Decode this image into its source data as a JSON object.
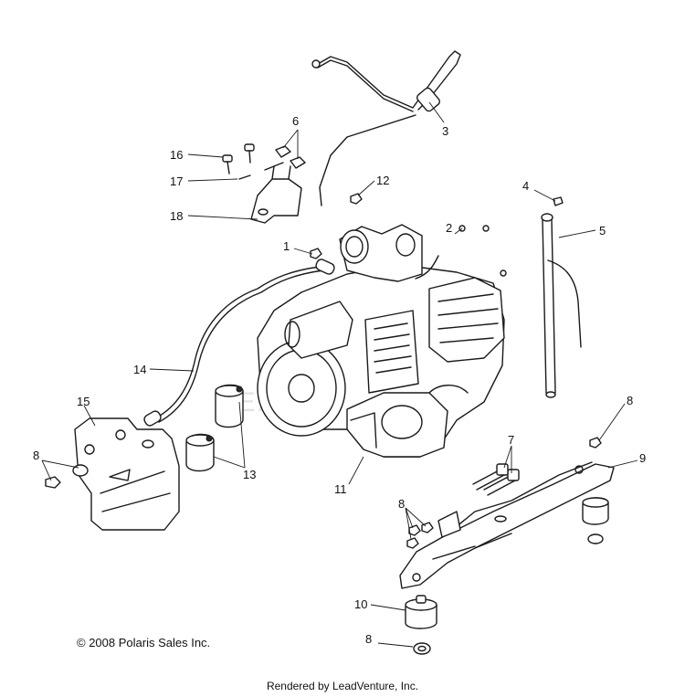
{
  "diagram": {
    "callouts": [
      "1",
      "2",
      "3",
      "4",
      "5",
      "6",
      "7",
      "8",
      "8",
      "8",
      "8",
      "9",
      "10",
      "11",
      "12",
      "13",
      "14",
      "15",
      "16",
      "17",
      "18"
    ],
    "watermark": "LEADVENTURE"
  },
  "copyright": "© 2008 Polaris Sales Inc.",
  "footer": "Rendered by LeadVenture, Inc."
}
